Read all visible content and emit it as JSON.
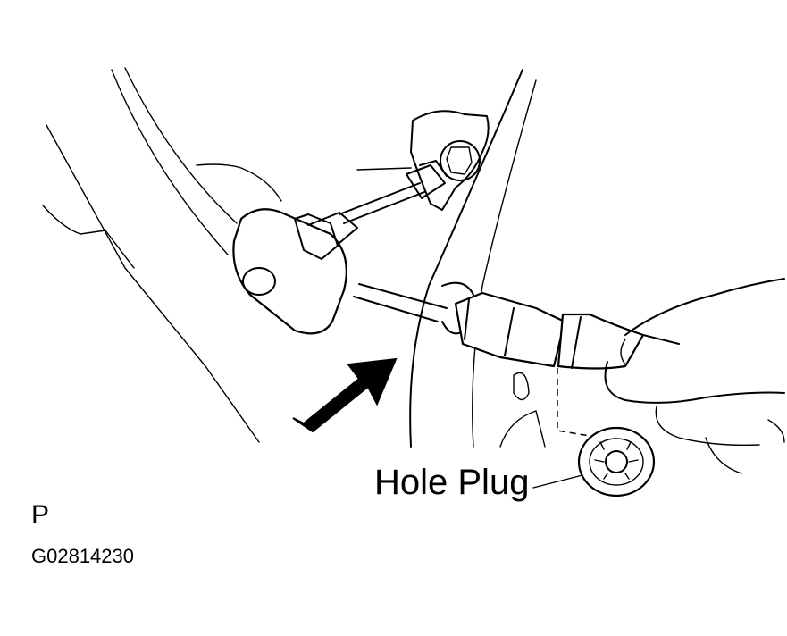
{
  "figure": {
    "callout_label": "Hole Plug",
    "corner_code": "P",
    "figure_id": "G02814230"
  },
  "icons": {
    "arrow": "direction-arrow-icon",
    "plug": "hole-plug-icon",
    "tool": "ratchet-wrench-icon"
  }
}
